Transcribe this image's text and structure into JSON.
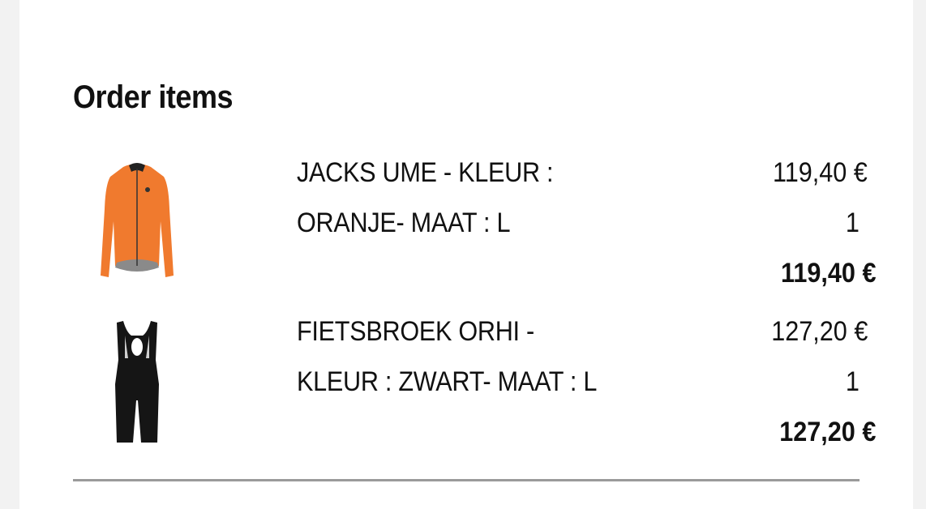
{
  "section_title": "Order items",
  "items": [
    {
      "name": "JACKS UME - KLEUR : ORANJE- MAAT : L",
      "unit_price": "119,40 €",
      "quantity": "1",
      "total": "119,40 €",
      "image": "orange-jacket"
    },
    {
      "name": "FIETSBROEK ORHI - KLEUR : ZWART- MAAT : L",
      "unit_price": "127,20 €",
      "quantity": "1",
      "total": "127,20 €",
      "image": "black-bib-shorts"
    }
  ],
  "colors": {
    "jacket": "#f07a2e",
    "shorts": "#151515"
  }
}
